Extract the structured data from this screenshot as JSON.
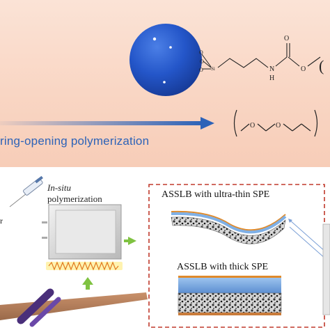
{
  "top": {
    "arrow_label": "ring-opening polymerization",
    "atoms": {
      "O": "O",
      "Si": "Si",
      "N": "N",
      "H": "H"
    }
  },
  "bottom": {
    "insitu_italic": "In-situ",
    "insitu_rest": "polymerization",
    "left_fragment": "r",
    "box_title_thin": "ASSLB with ultra-thin SPE",
    "box_title_thick": "ASSLB with thick SPE"
  },
  "colors": {
    "sphere": "#2456c9",
    "arrow": "#2d63b8",
    "dashed_border": "#c0392b",
    "process_arrow": "#7fc241"
  }
}
